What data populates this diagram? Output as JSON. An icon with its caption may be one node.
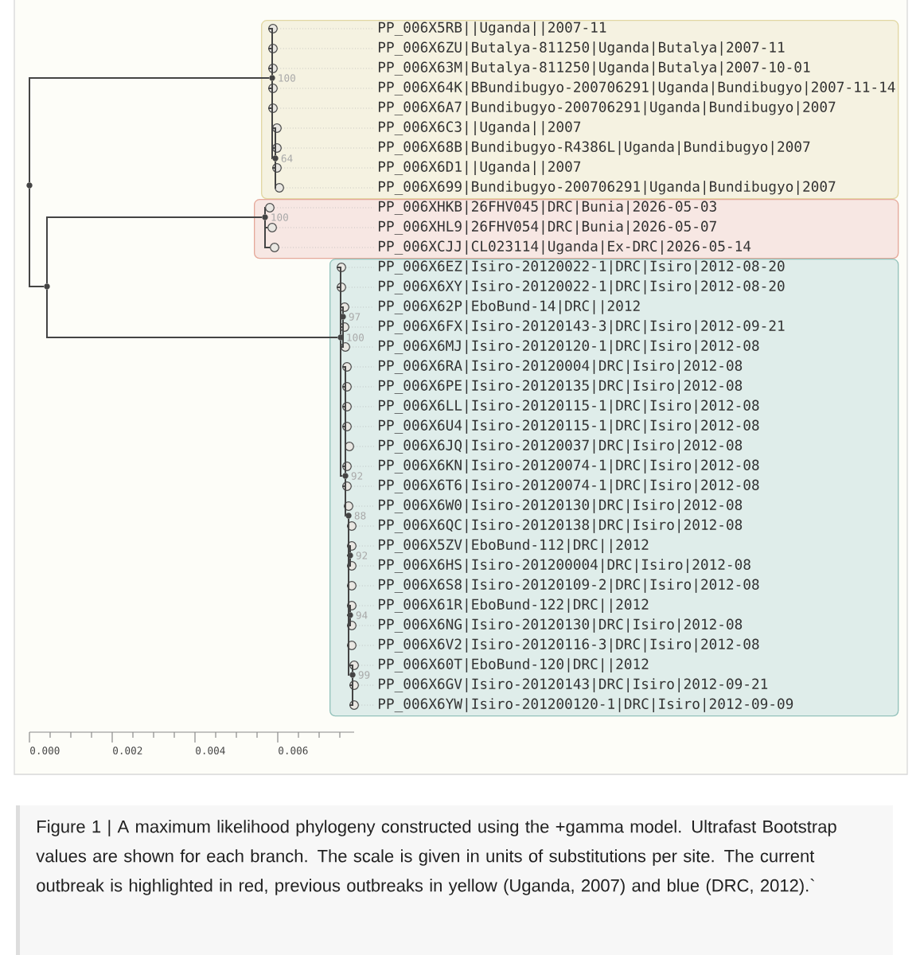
{
  "diagram": {
    "caption": "Figure 1 | A maximum likelihood phylogeny constructed using the +gamma model. Ultrafast Bootstrap values are shown for each branch. The scale is given in units of substitutions per site. The current outbreak is highlighted in red, previous outbreaks in yellow (Uganda, 2007) and blue (DRC, 2012).`",
    "nodes": [
      {
        "text": [],
        "shape": "dot"
      },
      {
        "text": [],
        "shape": "dot"
      },
      {
        "text": [],
        "shape": "box"
      },
      {
        "text": [],
        "shape": "dot",
        "beside": [
          "100"
        ],
        "in": 2
      },
      {
        "text": [],
        "shape": "circle",
        "beside": [
          "PP_006X5RB||Uganda||2007-11"
        ],
        "in": 2
      },
      {
        "text": [],
        "shape": "circle",
        "beside": [
          "PP_006X6ZU|Butalya-811250|Uganda|Butalya|2007-11"
        ],
        "in": 2
      },
      {
        "text": [],
        "shape": "circle",
        "beside": [
          "PP_006X63M|Butalya-811250|Uganda|Butalya|2007-10-01"
        ],
        "in": 2
      },
      {
        "text": [],
        "shape": "circle",
        "beside": [
          "PP_006X64K|BBundibugyo-200706291|Uganda|Bundibugyo|2007-11-14"
        ],
        "in": 2
      },
      {
        "text": [],
        "shape": "circle",
        "beside": [
          "PP_006X6A7|Bundibugyo-200706291|Uganda|Bundibugyo|2007"
        ],
        "in": 2
      },
      {
        "text": [],
        "shape": "dot",
        "beside": [
          "64"
        ],
        "in": 2
      },
      {
        "text": [],
        "shape": "circle",
        "beside": [
          "PP_006X6C3||Uganda||2007"
        ],
        "in": 2
      },
      {
        "text": [],
        "shape": "circle",
        "beside": [
          "PP_006X68B|Bundibugyo-R4386L|Uganda|Bundibugyo|2007"
        ],
        "in": 2
      },
      {
        "text": [],
        "shape": "circle",
        "beside": [
          "PP_006X6D1||Uganda||2007"
        ],
        "in": 2
      },
      {
        "text": [],
        "shape": "circle",
        "beside": [
          "PP_006X699|Bundibugyo-200706291|Uganda|Bundibugyo|2007"
        ],
        "in": 2
      },
      {
        "text": [],
        "shape": "box"
      },
      {
        "text": [],
        "shape": "dot",
        "beside": [
          "100"
        ],
        "in": 14
      },
      {
        "text": [],
        "shape": "circle",
        "beside": [
          "PP_006XHKB|26FHV045|DRC|Bunia|2026-05-03"
        ],
        "in": 14
      },
      {
        "text": [],
        "shape": "circle",
        "beside": [
          "PP_006XHL9|26FHV054|DRC|Bunia|2026-05-07"
        ],
        "in": 14
      },
      {
        "text": [],
        "shape": "circle",
        "beside": [
          "PP_006XCJJ|CL023114|Uganda|Ex-DRC|2026-05-14"
        ],
        "in": 14
      },
      {
        "text": [],
        "shape": "box"
      },
      {
        "text": [],
        "shape": "dot",
        "beside": [
          "100"
        ],
        "in": 19
      },
      {
        "text": [],
        "shape": "circle",
        "beside": [
          "PP_006X6EZ|Isiro-20120022-1|DRC|Isiro|2012-08-20"
        ],
        "in": 19
      },
      {
        "text": [],
        "shape": "circle",
        "beside": [
          "PP_006X6XY|Isiro-20120022-1|DRC|Isiro|2012-08-20"
        ],
        "in": 19
      },
      {
        "text": [],
        "shape": "dot",
        "beside": [
          "97"
        ],
        "in": 19
      },
      {
        "text": [],
        "shape": "circle",
        "beside": [
          "PP_006X62P|EboBund-14|DRC||2012"
        ],
        "in": 19
      },
      {
        "text": [],
        "shape": "circle",
        "beside": [
          "PP_006X6FX|Isiro-20120143-3|DRC|Isiro|2012-09-21"
        ],
        "in": 19
      },
      {
        "text": [],
        "shape": "circle",
        "beside": [
          "PP_006X6MJ|Isiro-20120120-1|DRC|Isiro|2012-08"
        ],
        "in": 19
      },
      {
        "text": [],
        "shape": "dot",
        "beside": [
          "92"
        ],
        "in": 19
      },
      {
        "text": [],
        "shape": "circle",
        "beside": [
          "PP_006X6RA|Isiro-20120004|DRC|Isiro|2012-08"
        ],
        "in": 19
      },
      {
        "text": [],
        "shape": "circle",
        "beside": [
          "PP_006X6PE|Isiro-20120135|DRC|Isiro|2012-08"
        ],
        "in": 19
      },
      {
        "text": [],
        "shape": "circle",
        "beside": [
          "PP_006X6LL|Isiro-20120115-1|DRC|Isiro|2012-08"
        ],
        "in": 19
      },
      {
        "text": [],
        "shape": "circle",
        "beside": [
          "PP_006X6U4|Isiro-20120115-1|DRC|Isiro|2012-08"
        ],
        "in": 19
      },
      {
        "text": [],
        "shape": "circle",
        "beside": [
          "PP_006X6JQ|Isiro-20120037|DRC|Isiro|2012-08"
        ],
        "in": 19
      },
      {
        "text": [],
        "shape": "circle",
        "beside": [
          "PP_006X6KN|Isiro-20120074-1|DRC|Isiro|2012-08"
        ],
        "in": 19
      },
      {
        "text": [],
        "shape": "circle",
        "beside": [
          "PP_006X6T6|Isiro-20120074-1|DRC|Isiro|2012-08"
        ],
        "in": 19
      },
      {
        "text": [],
        "shape": "circle",
        "beside": [
          "PP_006X6W0|Isiro-20120130|DRC|Isiro|2012-08"
        ],
        "in": 19
      },
      {
        "text": [],
        "shape": "dot",
        "beside": [
          "88"
        ],
        "in": 19
      },
      {
        "text": [],
        "shape": "circle",
        "beside": [
          "PP_006X6QC|Isiro-20120138|DRC|Isiro|2012-08"
        ],
        "in": 19
      },
      {
        "text": [],
        "shape": "dot",
        "beside": [
          "92"
        ],
        "in": 19
      },
      {
        "text": [],
        "shape": "circle",
        "beside": [
          "PP_006X5ZV|EboBund-112|DRC||2012"
        ],
        "in": 19
      },
      {
        "text": [],
        "shape": "circle",
        "beside": [
          "PP_006X6HS|Isiro-201200004|DRC|Isiro|2012-08"
        ],
        "in": 19
      },
      {
        "text": [],
        "shape": "circle",
        "beside": [
          "PP_006X6S8|Isiro-20120109-2|DRC|Isiro|2012-08"
        ],
        "in": 19
      },
      {
        "text": [],
        "shape": "dot",
        "beside": [
          "94"
        ],
        "in": 19
      },
      {
        "text": [],
        "shape": "circle",
        "beside": [
          "PP_006X61R|EboBund-122|DRC||2012"
        ],
        "in": 19
      },
      {
        "text": [],
        "shape": "circle",
        "beside": [
          "PP_006X6NG|Isiro-20120130|DRC|Isiro|2012-08"
        ],
        "in": 19
      },
      {
        "text": [],
        "shape": "circle",
        "beside": [
          "PP_006X6V2|Isiro-20120116-3|DRC|Isiro|2012-08"
        ],
        "in": 19
      },
      {
        "text": [],
        "shape": "dot",
        "beside": [
          "99"
        ],
        "in": 19
      },
      {
        "text": [],
        "shape": "circle",
        "beside": [
          "PP_006X60T|EboBund-120|DRC||2012"
        ],
        "in": 19
      },
      {
        "text": [],
        "shape": "circle",
        "beside": [
          "PP_006X6GV|Isiro-20120143|DRC|Isiro|2012-09-21"
        ],
        "in": 19
      },
      {
        "text": [],
        "shape": "circle",
        "beside": [
          "PP_006X6YW|Isiro-201200120-1|DRC|Isiro|2012-09-09"
        ],
        "in": 19
      }
    ],
    "edges": [
      {
        "from": 0,
        "to": 3,
        "arrow": "none"
      },
      {
        "from": 0,
        "to": 1,
        "arrow": "none"
      },
      {
        "from": 3,
        "to": 4,
        "arrow": "none"
      },
      {
        "from": 3,
        "to": 5,
        "arrow": "none"
      },
      {
        "from": 3,
        "to": 6,
        "arrow": "none"
      },
      {
        "from": 3,
        "to": 7,
        "arrow": "none"
      },
      {
        "from": 3,
        "to": 8,
        "arrow": "none"
      },
      {
        "from": 3,
        "to": 9,
        "arrow": "none"
      },
      {
        "from": 9,
        "to": 10,
        "arrow": "none"
      },
      {
        "from": 9,
        "to": 11,
        "arrow": "none"
      },
      {
        "from": 9,
        "to": 12,
        "arrow": "none"
      },
      {
        "from": 9,
        "to": 13,
        "arrow": "none"
      },
      {
        "from": 1,
        "to": 15,
        "arrow": "none"
      },
      {
        "from": 15,
        "to": 16,
        "arrow": "none"
      },
      {
        "from": 15,
        "to": 17,
        "arrow": "none"
      },
      {
        "from": 15,
        "to": 18,
        "arrow": "none"
      },
      {
        "from": 1,
        "to": 20,
        "arrow": "none"
      },
      {
        "from": 20,
        "to": 21,
        "arrow": "none"
      },
      {
        "from": 20,
        "to": 22,
        "arrow": "none"
      },
      {
        "from": 20,
        "to": 23,
        "arrow": "none"
      },
      {
        "from": 23,
        "to": 24,
        "arrow": "none"
      },
      {
        "from": 23,
        "to": 25,
        "arrow": "none"
      },
      {
        "from": 23,
        "to": 26,
        "arrow": "none"
      },
      {
        "from": 20,
        "to": 27,
        "arrow": "none"
      },
      {
        "from": 27,
        "to": 28,
        "arrow": "none"
      },
      {
        "from": 27,
        "to": 29,
        "arrow": "none"
      },
      {
        "from": 27,
        "to": 30,
        "arrow": "none"
      },
      {
        "from": 27,
        "to": 31,
        "arrow": "none"
      },
      {
        "from": 27,
        "to": 32,
        "arrow": "none"
      },
      {
        "from": 27,
        "to": 33,
        "arrow": "none"
      },
      {
        "from": 27,
        "to": 34,
        "arrow": "none"
      },
      {
        "from": 27,
        "to": 35,
        "arrow": "none"
      },
      {
        "from": 27,
        "to": 36,
        "arrow": "none"
      },
      {
        "from": 36,
        "to": 37,
        "arrow": "none"
      },
      {
        "from": 36,
        "to": 38,
        "arrow": "none"
      },
      {
        "from": 38,
        "to": 39,
        "arrow": "none"
      },
      {
        "from": 38,
        "to": 40,
        "arrow": "none"
      },
      {
        "from": 36,
        "to": 41,
        "arrow": "none"
      },
      {
        "from": 36,
        "to": 42,
        "arrow": "none"
      },
      {
        "from": 42,
        "to": 43,
        "arrow": "none"
      },
      {
        "from": 42,
        "to": 44,
        "arrow": "none"
      },
      {
        "from": 36,
        "to": 45,
        "arrow": "none"
      },
      {
        "from": 36,
        "to": 46,
        "arrow": "none"
      },
      {
        "from": 46,
        "to": 47,
        "arrow": "none"
      },
      {
        "from": 46,
        "to": 48,
        "arrow": "none"
      },
      {
        "from": 46,
        "to": 49,
        "arrow": "none"
      }
    ],
    "labels": [
      "0.000",
      "0.002",
      "0.004",
      "0.006"
    ]
  }
}
